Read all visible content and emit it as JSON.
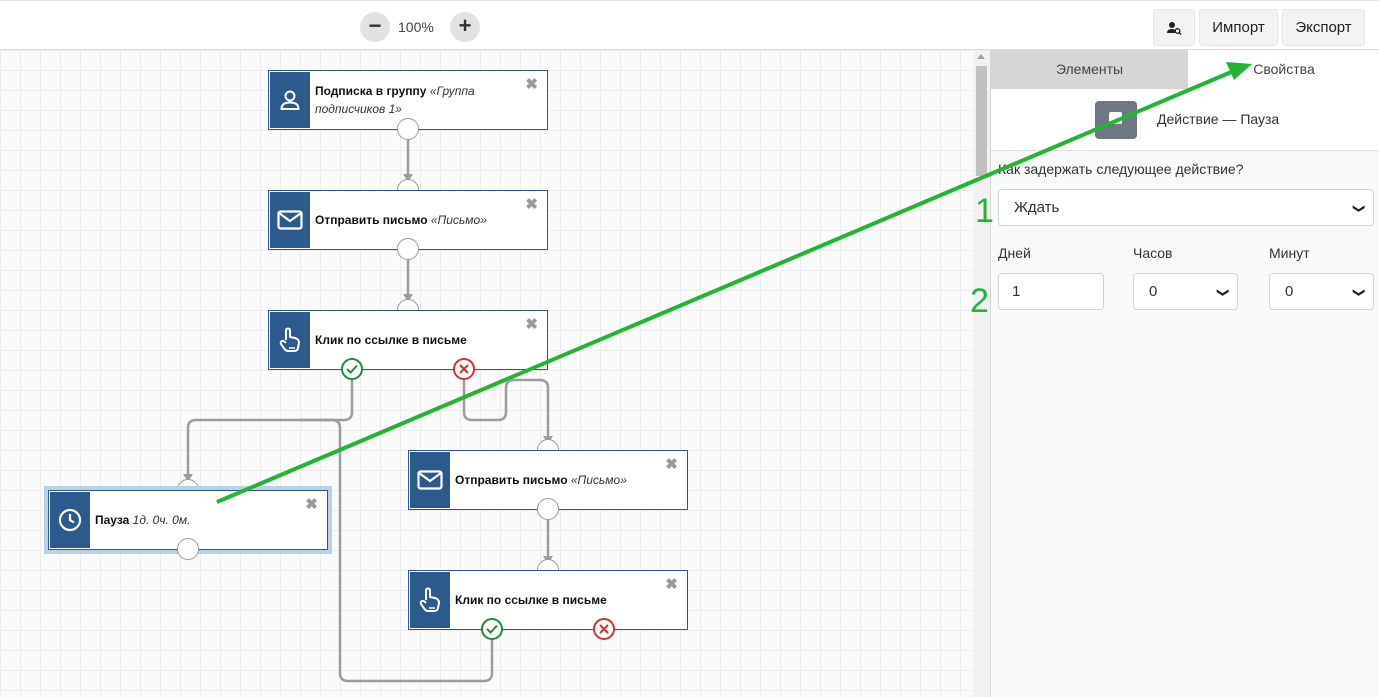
{
  "toolbar": {
    "zoom_out": "−",
    "zoom_level": "100%",
    "zoom_in": "+",
    "user_search_icon": "user-search-icon",
    "import_label": "Импорт",
    "export_label": "Экспорт"
  },
  "nodes": [
    {
      "id": "n1",
      "icon": "user-icon",
      "title": "Подписка в группу",
      "param": "«Группа подписчиков 1»"
    },
    {
      "id": "n2",
      "icon": "envelope-icon",
      "title": "Отправить письмо",
      "param": "«Письмо»"
    },
    {
      "id": "n3",
      "icon": "pointer-hand-icon",
      "title": "Клик по ссылке в письме",
      "param": ""
    },
    {
      "id": "n4",
      "icon": "clock-icon",
      "title": "Пауза",
      "param": "1д. 0ч. 0м."
    },
    {
      "id": "n5",
      "icon": "envelope-icon",
      "title": "Отправить письмо",
      "param": "«Письмо»"
    },
    {
      "id": "n6",
      "icon": "pointer-hand-icon",
      "title": "Клик по ссылке в письме",
      "param": ""
    }
  ],
  "close_glyph": "✖",
  "panel": {
    "tab_elements": "Элементы",
    "tab_properties": "Свойства",
    "header_title": "Действие — Пауза",
    "question": "Как задержать следующее действие?",
    "delay_mode": "Ждать",
    "days_label": "Дней",
    "hours_label": "Часов",
    "minutes_label": "Минут",
    "days_value": "1",
    "hours_value": "0",
    "minutes_value": "0"
  },
  "annotations": {
    "marker_1": "1",
    "marker_2": "2",
    "arrow_color": "#22b533"
  },
  "colors": {
    "node_accent": "#2d5a8c",
    "yes_port": "#1e8c3a",
    "no_port": "#d9302c"
  }
}
